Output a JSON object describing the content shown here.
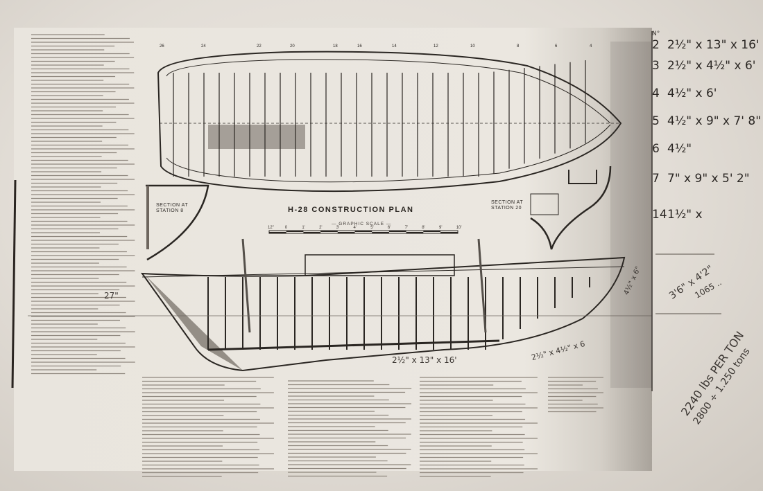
{
  "drawing": {
    "title": "H-28 CONSTRUCTION PLAN",
    "graphic_scale_label": "— GRAPHIC SCALE —",
    "scale_ticks": [
      "12\"",
      "0",
      "1'",
      "2'",
      "3'",
      "4'",
      "5'",
      "6'",
      "7'",
      "8'",
      "9'",
      "10'"
    ],
    "section_left": "SECTION AT\nSTATION 8",
    "section_right": "SECTION AT\nSTATION 20",
    "stations": [
      "26",
      "24",
      "22",
      "20",
      "18",
      "16",
      "14",
      "12",
      "10",
      "8",
      "6",
      "4"
    ]
  },
  "handwritten_table": {
    "header": "N°",
    "rows": [
      {
        "no": "2",
        "size": "2½\" x 13\" x 16'"
      },
      {
        "no": "3",
        "size": "2½\" x 4½\" x 6'"
      },
      {
        "no": "4",
        "size": "4½\" x 6'"
      },
      {
        "no": "5",
        "size": "4½\" x 9\" x 7' 8\""
      },
      {
        "no": "6",
        "size": "4½\""
      },
      {
        "no": "7",
        "size": "7\" x 9\" x 5' 2\""
      },
      {
        "no": "14",
        "size": "1½\" x"
      }
    ]
  },
  "handwritten_notes": {
    "dimension": "3'6\" x 4'2\"",
    "weight": "1065 ..",
    "per_ton": "2240 lbs PER TON",
    "tons": "2800 ÷ 1.250 tons",
    "keel_note": "2½\" x 13\" x 16'",
    "stem_note": "2½\" x 4½\" x 6",
    "side_note": "4½\" x 6\"",
    "left_note": "27\""
  },
  "colors": {
    "ink": "#2a2622",
    "paper": "#ebe7e0",
    "pencil": "#3a3531"
  }
}
